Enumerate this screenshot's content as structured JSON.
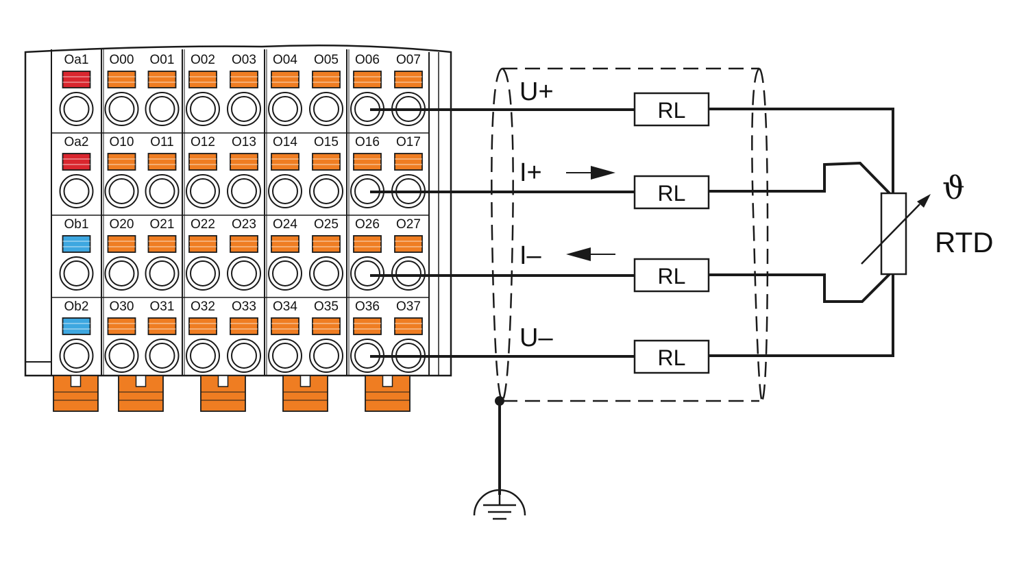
{
  "module": {
    "columns": [
      {
        "rows": [
          {
            "labels": [
              "Oa1"
            ],
            "color": "#d9262e"
          },
          {
            "labels": [
              "Oa2"
            ],
            "color": "#d9262e"
          },
          {
            "labels": [
              "Ob1"
            ],
            "color": "#3da7e0"
          },
          {
            "labels": [
              "Ob2"
            ],
            "color": "#3da7e0"
          }
        ]
      },
      {
        "rows": [
          {
            "labels": [
              "O00",
              "O01"
            ],
            "color": "#ef7d22"
          },
          {
            "labels": [
              "O10",
              "O11"
            ],
            "color": "#ef7d22"
          },
          {
            "labels": [
              "O20",
              "O21"
            ],
            "color": "#ef7d22"
          },
          {
            "labels": [
              "O30",
              "O31"
            ],
            "color": "#ef7d22"
          }
        ]
      },
      {
        "rows": [
          {
            "labels": [
              "O02",
              "O03"
            ],
            "color": "#ef7d22"
          },
          {
            "labels": [
              "O12",
              "O13"
            ],
            "color": "#ef7d22"
          },
          {
            "labels": [
              "O22",
              "O23"
            ],
            "color": "#ef7d22"
          },
          {
            "labels": [
              "O32",
              "O33"
            ],
            "color": "#ef7d22"
          }
        ]
      },
      {
        "rows": [
          {
            "labels": [
              "O04",
              "O05"
            ],
            "color": "#ef7d22"
          },
          {
            "labels": [
              "O14",
              "O15"
            ],
            "color": "#ef7d22"
          },
          {
            "labels": [
              "O24",
              "O25"
            ],
            "color": "#ef7d22"
          },
          {
            "labels": [
              "O34",
              "O35"
            ],
            "color": "#ef7d22"
          }
        ]
      },
      {
        "rows": [
          {
            "labels": [
              "O06",
              "O07"
            ],
            "color": "#ef7d22"
          },
          {
            "labels": [
              "O16",
              "O17"
            ],
            "color": "#ef7d22"
          },
          {
            "labels": [
              "O26",
              "O27"
            ],
            "color": "#ef7d22"
          },
          {
            "labels": [
              "O36",
              "O37"
            ],
            "color": "#ef7d22"
          }
        ]
      }
    ],
    "release_color": "#ef7d22"
  },
  "wiring": {
    "signals": [
      "U+",
      "I+",
      "I–",
      "U–"
    ],
    "resistor_label": "RL",
    "sensor_symbol": "ϑ",
    "sensor_label": "RTD",
    "ground_icon": "ground-icon"
  }
}
